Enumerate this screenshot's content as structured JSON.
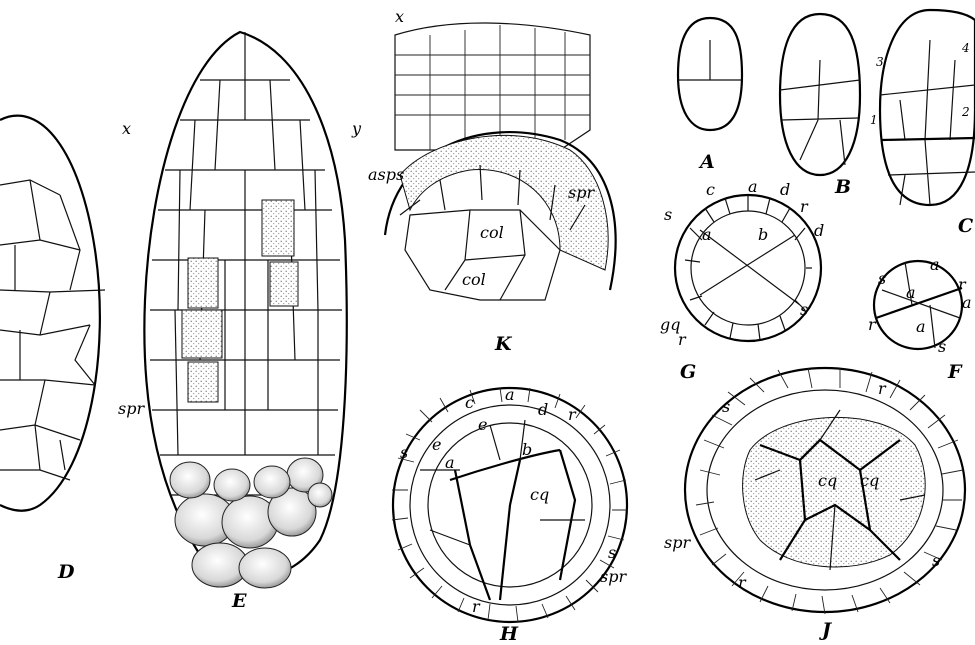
{
  "figures": {
    "A": "A",
    "B": "B",
    "C": "C",
    "D": "D",
    "E": "E",
    "F": "F",
    "G": "G",
    "H": "H",
    "J": "J",
    "K": "K"
  },
  "labels": {
    "x": "x",
    "y": "y",
    "spr": "spr",
    "asps": "asps",
    "col": "col",
    "a": "a",
    "b": "b",
    "c": "c",
    "d": "d",
    "e": "e",
    "r": "r",
    "s": "s",
    "cq": "cq",
    "gq": "gq",
    "n1": "1",
    "n2": "2",
    "n3": "3",
    "n4": "4"
  }
}
